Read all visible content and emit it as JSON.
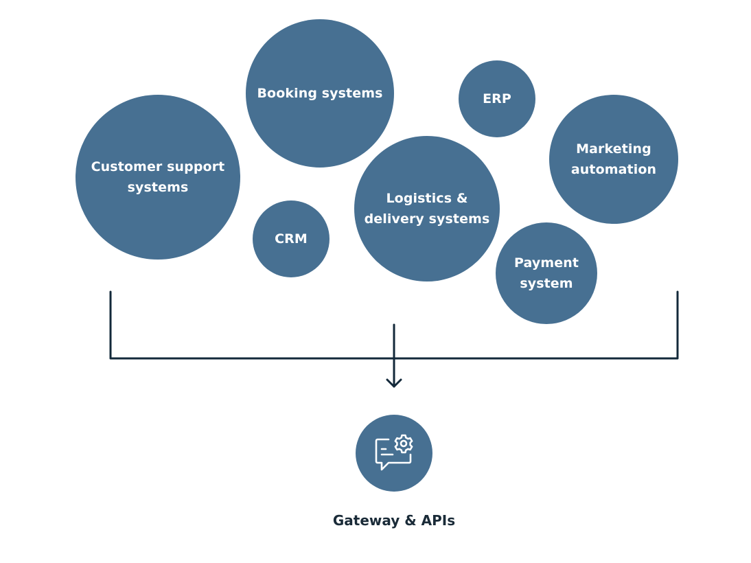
{
  "colors": {
    "bubble": "#477092",
    "connector": "#13293a",
    "label_text": "#1a2b38",
    "bubble_text": "#ffffff"
  },
  "systems": [
    {
      "id": "customer-support",
      "lines": [
        "Customer support",
        "systems"
      ]
    },
    {
      "id": "booking",
      "lines": [
        "Booking systems"
      ]
    },
    {
      "id": "erp",
      "lines": [
        "ERP"
      ]
    },
    {
      "id": "marketing",
      "lines": [
        "Marketing",
        "automation"
      ]
    },
    {
      "id": "crm",
      "lines": [
        "CRM"
      ]
    },
    {
      "id": "logistics",
      "lines": [
        "Logistics &",
        "delivery systems"
      ]
    },
    {
      "id": "payment",
      "lines": [
        "Payment",
        "system"
      ]
    }
  ],
  "gateway": {
    "icon": "chat-gear-icon",
    "label": "Gateway & APIs"
  }
}
